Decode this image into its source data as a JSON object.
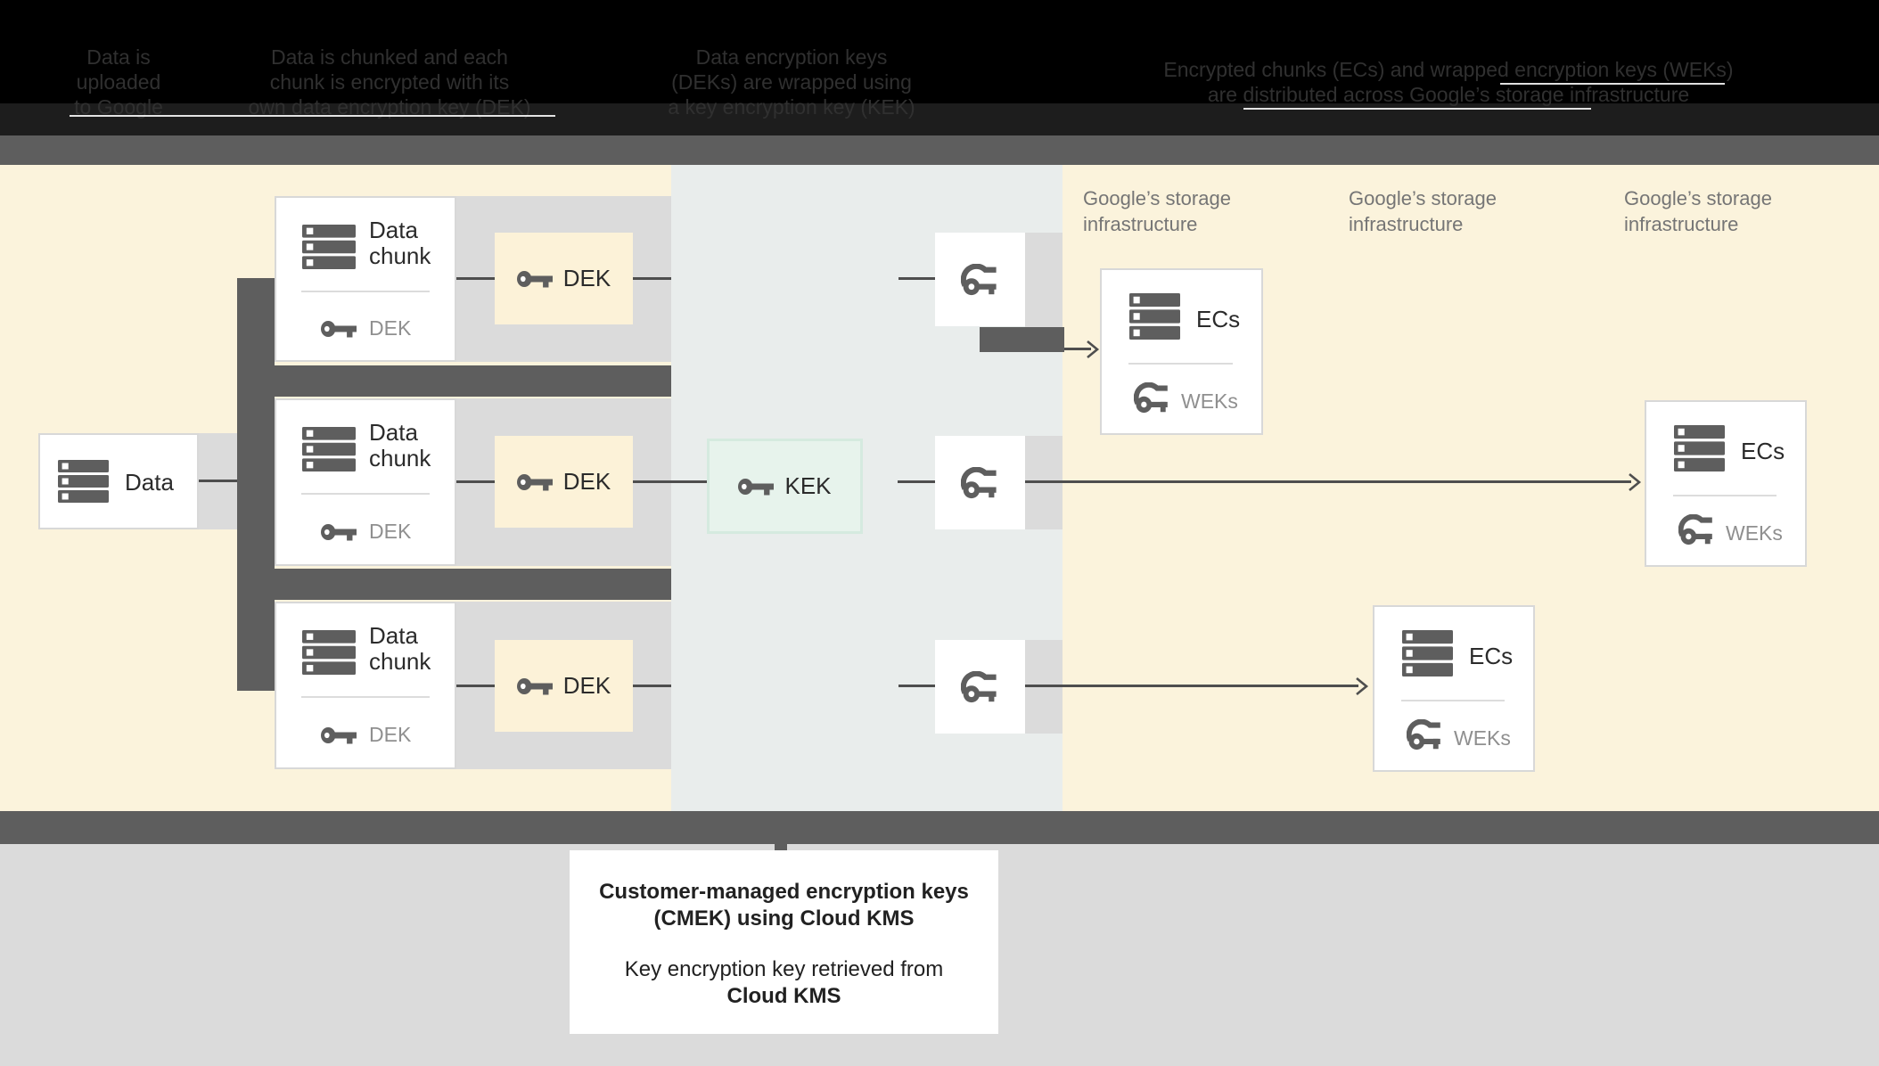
{
  "header": {
    "steps": [
      {
        "lines": [
          "Data is",
          "uploaded",
          "to Google"
        ]
      },
      {
        "lines": [
          "Data is chunked and each",
          "chunk is encrypted with its",
          "own data encryption key (DEK)"
        ]
      },
      {
        "lines": [
          "Data encryption keys",
          "(DEKs) are wrapped using",
          "a key encryption key (KEK)"
        ]
      },
      {
        "lines": [
          "Encrypted chunks (ECs) and wrapped encryption keys (WEKs)",
          "are distributed across Google’s storage infrastructure"
        ]
      }
    ]
  },
  "diagram": {
    "data_box": {
      "label": "Data"
    },
    "chunk_rows": [
      {
        "title_line1": "Data",
        "title_line2": "chunk",
        "embedded_key_label": "DEK",
        "dek_box_label": "DEK"
      },
      {
        "title_line1": "Data",
        "title_line2": "chunk",
        "embedded_key_label": "DEK",
        "dek_box_label": "DEK"
      },
      {
        "title_line1": "Data",
        "title_line2": "chunk",
        "embedded_key_label": "DEK",
        "dek_box_label": "DEK"
      }
    ],
    "kek": {
      "label": "KEK"
    },
    "storage_labels": [
      {
        "line1": "Google’s storage",
        "line2": "infrastructure"
      },
      {
        "line1": "Google’s storage",
        "line2": "infrastructure"
      },
      {
        "line1": "Google’s storage",
        "line2": "infrastructure"
      }
    ],
    "ec_boxes": [
      {
        "title": "ECs",
        "key_label": "WEKs"
      },
      {
        "title": "ECs",
        "key_label": "WEKs"
      },
      {
        "title": "ECs",
        "key_label": "WEKs"
      }
    ]
  },
  "footer": {
    "note_bold_line1": "Customer-managed encryption keys",
    "note_bold_line2": "(CMEK) using Cloud KMS",
    "note_line1": "Key encryption key retrieved from",
    "note_line2": "Cloud KMS"
  },
  "colors": {
    "header_bg": "#000000",
    "header_text": "#303030",
    "band_dark": "#5e5e5e",
    "yellow_region": "#fbf3dc",
    "middle_region": "#e9edec",
    "pipe_gray": "#dbdbdb",
    "dek_fill": "#fcf2d8",
    "kek_fill": "#e7f3ec",
    "kek_border": "#d5eadf",
    "box_border": "#d8d8d8",
    "icon_gray": "#5e5e5e",
    "label_dark": "#2b2b2b",
    "label_gray": "#8f8f8f",
    "storage_label_gray": "#757575",
    "connector_line": "#4e4e4e",
    "footer_bg": "#dbdbdb",
    "footer_text": "#212121"
  }
}
